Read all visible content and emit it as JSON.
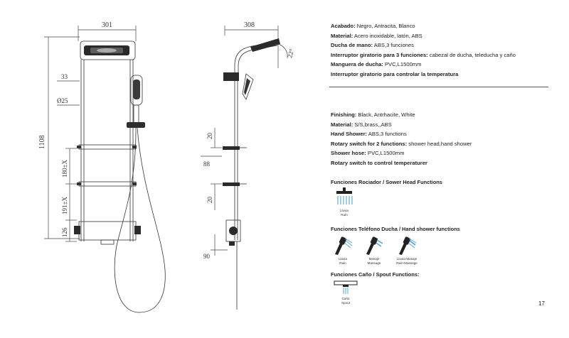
{
  "specs_es": [
    {
      "label": "Acabado:",
      "value": " Negro, Antracita, Blanco"
    },
    {
      "label": "Material:",
      "value": " Acero inoxidable, latón, ABS"
    },
    {
      "label": "Ducha de mano:",
      "value": " ABS,3 funciones"
    },
    {
      "label": "Interruptor giratorio para 3 funciones:",
      "value": " cabezal de ducha, teleducha y caño"
    },
    {
      "label": "Manguera de ducha:",
      "value": " PVC,L1500mm"
    },
    {
      "label": "Interruptor giratorio para controlar la temperatura",
      "value": ""
    }
  ],
  "specs_en": [
    {
      "label": "Finishing:",
      "value": " Black, Antrhacite, White"
    },
    {
      "label": "Material:",
      "value": " S/S,brass,,ABS"
    },
    {
      "label": "Hand Shower:",
      "value": " ABS,3 functions"
    },
    {
      "label": "Rotary switch for 2 functions:",
      "value": " shower head,hand shower"
    },
    {
      "label": "Shower hose:",
      "value": " PVC,L1500mm"
    },
    {
      "label": "Rotary switch to control temperaturer",
      "value": ""
    }
  ],
  "dimensions": {
    "front_width": "301",
    "height": "1108",
    "d33": "33",
    "d25": "Ø25",
    "d180": "180±X",
    "d191": "191±X",
    "d126": "126",
    "side_width": "308",
    "angle": "22°",
    "d20_top": "20",
    "d88": "88",
    "d20_bottom": "20",
    "d90": "90"
  },
  "functions": {
    "rociador_title": "Funciones Rociador /  Sower Head Functions",
    "rociador_items": [
      {
        "es": "Lluvia",
        "en": "Rain"
      }
    ],
    "telefono_title": "Funciones Teléfono Ducha / Hand shower functions",
    "telefono_items": [
      {
        "es": "Lluvia",
        "en": "Rain"
      },
      {
        "es": "Masaje",
        "en": "Massage"
      },
      {
        "es": "Lluvia-Masaje",
        "en": "Rain-Massage"
      }
    ],
    "cano_title": "Funciones Caño / Spout Functions:",
    "cano_items": [
      {
        "es": "Caño",
        "en": "Spout"
      }
    ]
  },
  "page_number": "17",
  "colors": {
    "line": "#333333",
    "water": "#5aa7d6",
    "text": "#222222"
  }
}
